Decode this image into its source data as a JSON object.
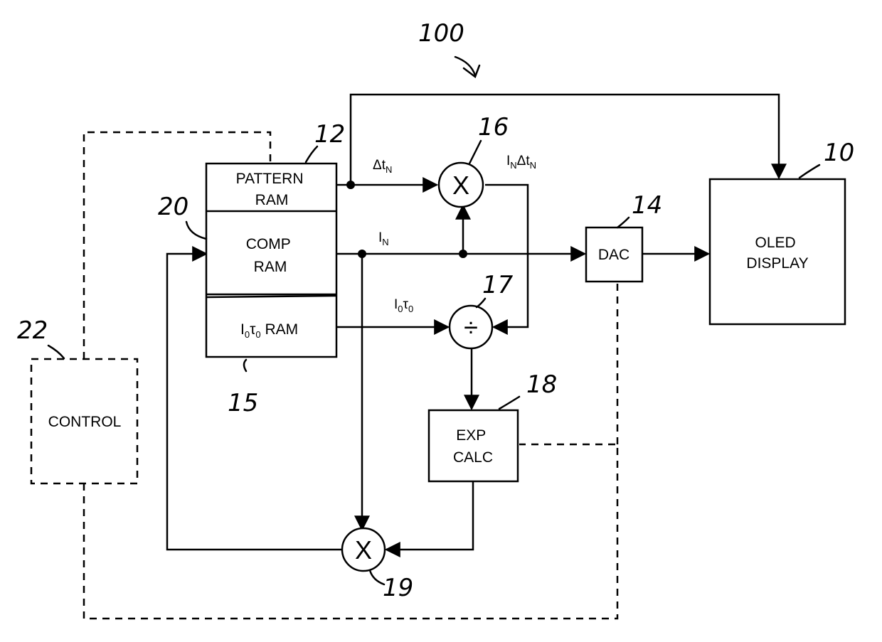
{
  "blocks": {
    "pattern_ram": [
      "PATTERN",
      "RAM"
    ],
    "comp_ram": [
      "COMP",
      "RAM"
    ],
    "i0t0_ram": {
      "base": "I",
      "sub1": "0",
      "tau": "τ",
      "sub2": "0",
      "tail": " RAM"
    },
    "dac": "DAC",
    "oled": [
      "OLED",
      "DISPLAY"
    ],
    "exp_calc": [
      "EXP",
      "CALC"
    ],
    "control": "CONTROL"
  },
  "operators": {
    "mult16": "X",
    "div17": "÷",
    "mult19": "X"
  },
  "signals": {
    "dt": {
      "base": "Δt",
      "sub": "N"
    },
    "in": {
      "base": "I",
      "sub": "N"
    },
    "indt": {
      "a": "I",
      "asub": "N",
      "b": "Δt",
      "bsub": "N"
    },
    "i0t0": {
      "a": "I",
      "asub": "0",
      "b": "τ",
      "bsub": "0"
    }
  },
  "refs": {
    "r100": "100",
    "r10": "10",
    "r12": "12",
    "r14": "14",
    "r15": "15",
    "r16": "16",
    "r17": "17",
    "r18": "18",
    "r19": "19",
    "r20": "20",
    "r22": "22"
  }
}
